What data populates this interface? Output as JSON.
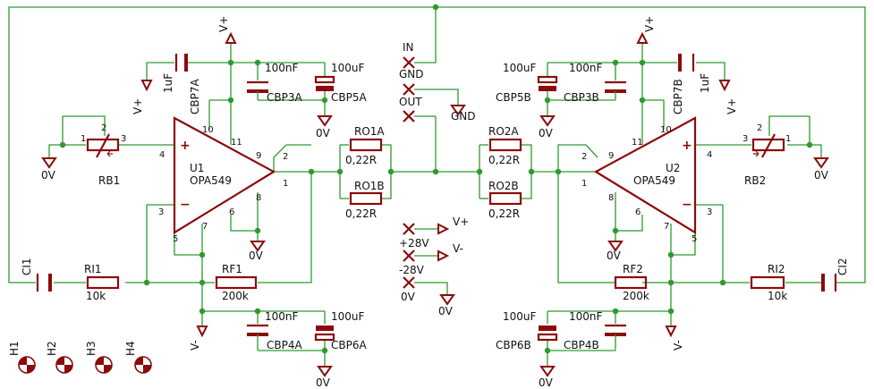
{
  "schematic": {
    "u1": {
      "name": "U1",
      "value": "OPA549",
      "pins": [
        "10",
        "11",
        "9",
        "2",
        "4",
        "1",
        "3",
        "8",
        "5",
        "7",
        "6"
      ]
    },
    "u2": {
      "name": "U2",
      "value": "OPA549",
      "pins": [
        "11",
        "10",
        "9",
        "2",
        "4",
        "1",
        "3",
        "8",
        "5",
        "7",
        "6"
      ]
    },
    "rb1": {
      "name": "RB1",
      "pins": [
        "1",
        "2",
        "3"
      ]
    },
    "rb2": {
      "name": "RB2",
      "pins": [
        "3",
        "2",
        "1"
      ]
    },
    "ro1a": {
      "name": "RO1A",
      "value": "0,22R"
    },
    "ro1b": {
      "name": "RO1B",
      "value": "0,22R"
    },
    "ro2a": {
      "name": "RO2A",
      "value": "0,22R"
    },
    "ro2b": {
      "name": "RO2B",
      "value": "0,22R"
    },
    "ri1": {
      "name": "RI1",
      "value": "10k"
    },
    "ri2": {
      "name": "RI2",
      "value": "10k"
    },
    "rf1": {
      "name": "RF1",
      "value": "200k"
    },
    "rf2": {
      "name": "RF2",
      "value": "200k"
    },
    "ci1": {
      "name": "CI1"
    },
    "ci2": {
      "name": "CI2"
    },
    "cbp7a": {
      "name": "CBP7A",
      "value": "1uF"
    },
    "cbp7b": {
      "name": "CBP7B",
      "value": "1uF"
    },
    "cbp3a": {
      "name": "CBP3A",
      "value": "100nF"
    },
    "cbp3b": {
      "name": "CBP3B",
      "value": "100nF"
    },
    "cbp4a": {
      "name": "CBP4A",
      "value": "100nF"
    },
    "cbp4b": {
      "name": "CBP4B",
      "value": "100nF"
    },
    "cbp5a": {
      "name": "CBP5A",
      "value": "100uF"
    },
    "cbp5b": {
      "name": "CBP5B",
      "value": "100uF"
    },
    "cbp6a": {
      "name": "CBP6A",
      "value": "100uF"
    },
    "cbp6b": {
      "name": "CBP6B",
      "value": "100uF"
    },
    "connectors": {
      "in": "IN",
      "gnd": "GND",
      "out": "OUT",
      "p28": "+28V",
      "m28": "-28V",
      "zero": "0V"
    },
    "supplies": {
      "vplus": "V+",
      "vminus": "V-",
      "zero": "0V",
      "gnd": "GND"
    },
    "holes": [
      "H1",
      "H2",
      "H3",
      "H4"
    ]
  },
  "colors": {
    "wire": "#2e9a2e",
    "part": "#8b0b0b",
    "text": "#111111",
    "background": "#ffffff"
  }
}
